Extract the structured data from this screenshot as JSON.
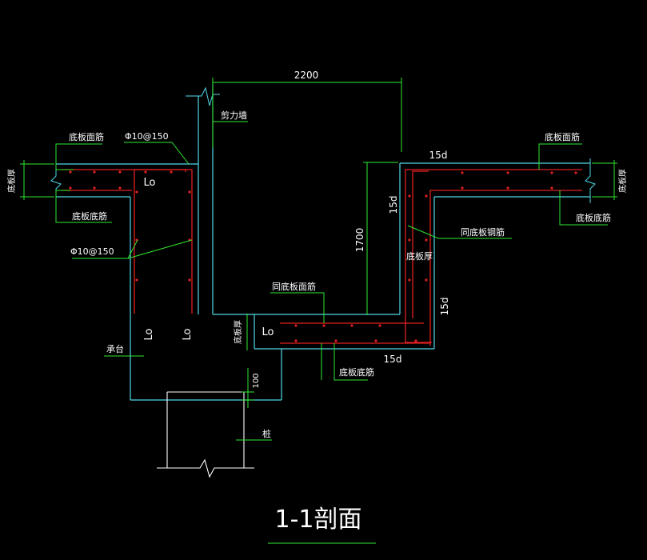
{
  "colors": {
    "background": "#000000",
    "concrete": "#4fd8e8",
    "rebar": "#e02020",
    "dimension": "#30e830",
    "leader": "#30e830",
    "text": "#ffffff",
    "outline": "#ffffff"
  },
  "labels": {
    "dim_top": "2200",
    "dim_height": "1700",
    "dim_pile_gap": "100",
    "fifteen_d_top": "15d",
    "fifteen_d_left": "15d",
    "fifteen_d_right": "15d",
    "fifteen_d_bottom": "15d",
    "lo_upper": "Lo",
    "lo_bottom_a": "Lo",
    "lo_bottom_b": "Lo",
    "lo_pit": "Lo",
    "shear_wall": "剪力墙",
    "slab_top_bar_left": "底板面筋",
    "slab_bottom_bar_left": "底板底筋",
    "slab_thickness_left": "底板厚",
    "rebar_spec_top": "Φ10@150",
    "rebar_spec_side": "Φ10@150",
    "slab_top_bar_right": "底板面筋",
    "slab_bottom_bar_right": "底板底筋",
    "slab_thickness_right": "底板厚",
    "same_slab_rebar": "同底板钢筋",
    "slab_thickness_mid": "底板厚",
    "same_slab_top_bar": "同底板面筋",
    "slab_thickness_pit": "底板厚",
    "slab_bottom_bar_pit": "底板底筋",
    "pile_cap": "承台",
    "pile": "桩",
    "section_title": "1-1剖面"
  }
}
